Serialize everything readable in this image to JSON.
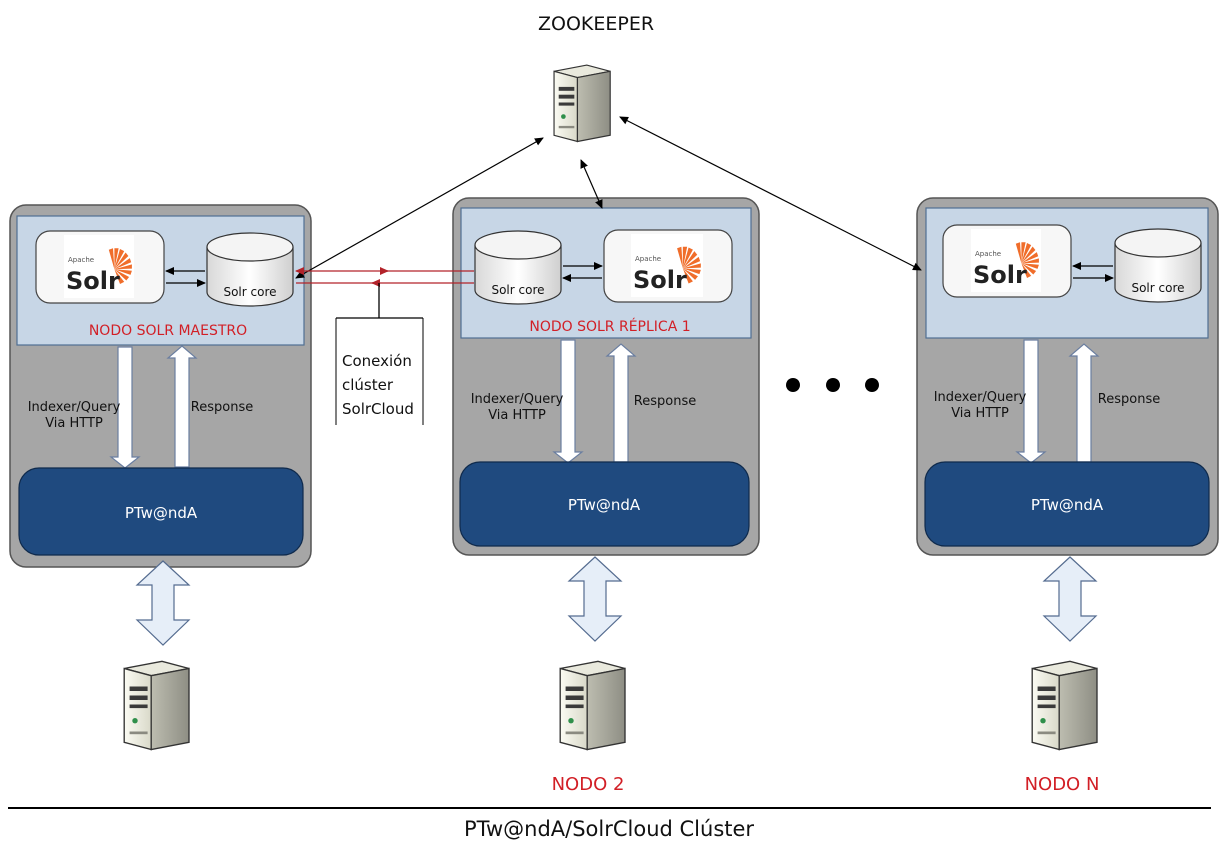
{
  "zookeeper": {
    "label": "ZOOKEEPER"
  },
  "connection_label": [
    "Conexión",
    "clúster",
    "SolrCloud"
  ],
  "solr_logo": {
    "apache": "Apache",
    "solr": "Solr"
  },
  "nodes": [
    {
      "name": "NODO SOLR MAESTRO",
      "core_label": "Solr core",
      "indexer_label": [
        "Indexer/Query",
        "Via HTTP"
      ],
      "response_label": "Response",
      "app_label": "PTw@ndA",
      "node_label": ""
    },
    {
      "name": "NODO SOLR RÉPLICA 1",
      "core_label": "Solr core",
      "indexer_label": [
        "Indexer/Query",
        "Via HTTP"
      ],
      "response_label": "Response",
      "app_label": "PTw@ndA",
      "node_label": "NODO 2"
    },
    {
      "name": "",
      "core_label": "Solr core",
      "indexer_label": [
        "Indexer/Query",
        "Via HTTP"
      ],
      "response_label": "Response",
      "app_label": "PTw@ndA",
      "node_label": "NODO N"
    }
  ],
  "footer": {
    "title": "PTw@ndA/SolrCloud Clúster"
  },
  "colors": {
    "node_box": "#a6a6a6",
    "solr_panel": "#c7d6e6",
    "app_box": "#1f4a7f",
    "red_label": "#d21f26",
    "link_red": "#b3232a"
  }
}
